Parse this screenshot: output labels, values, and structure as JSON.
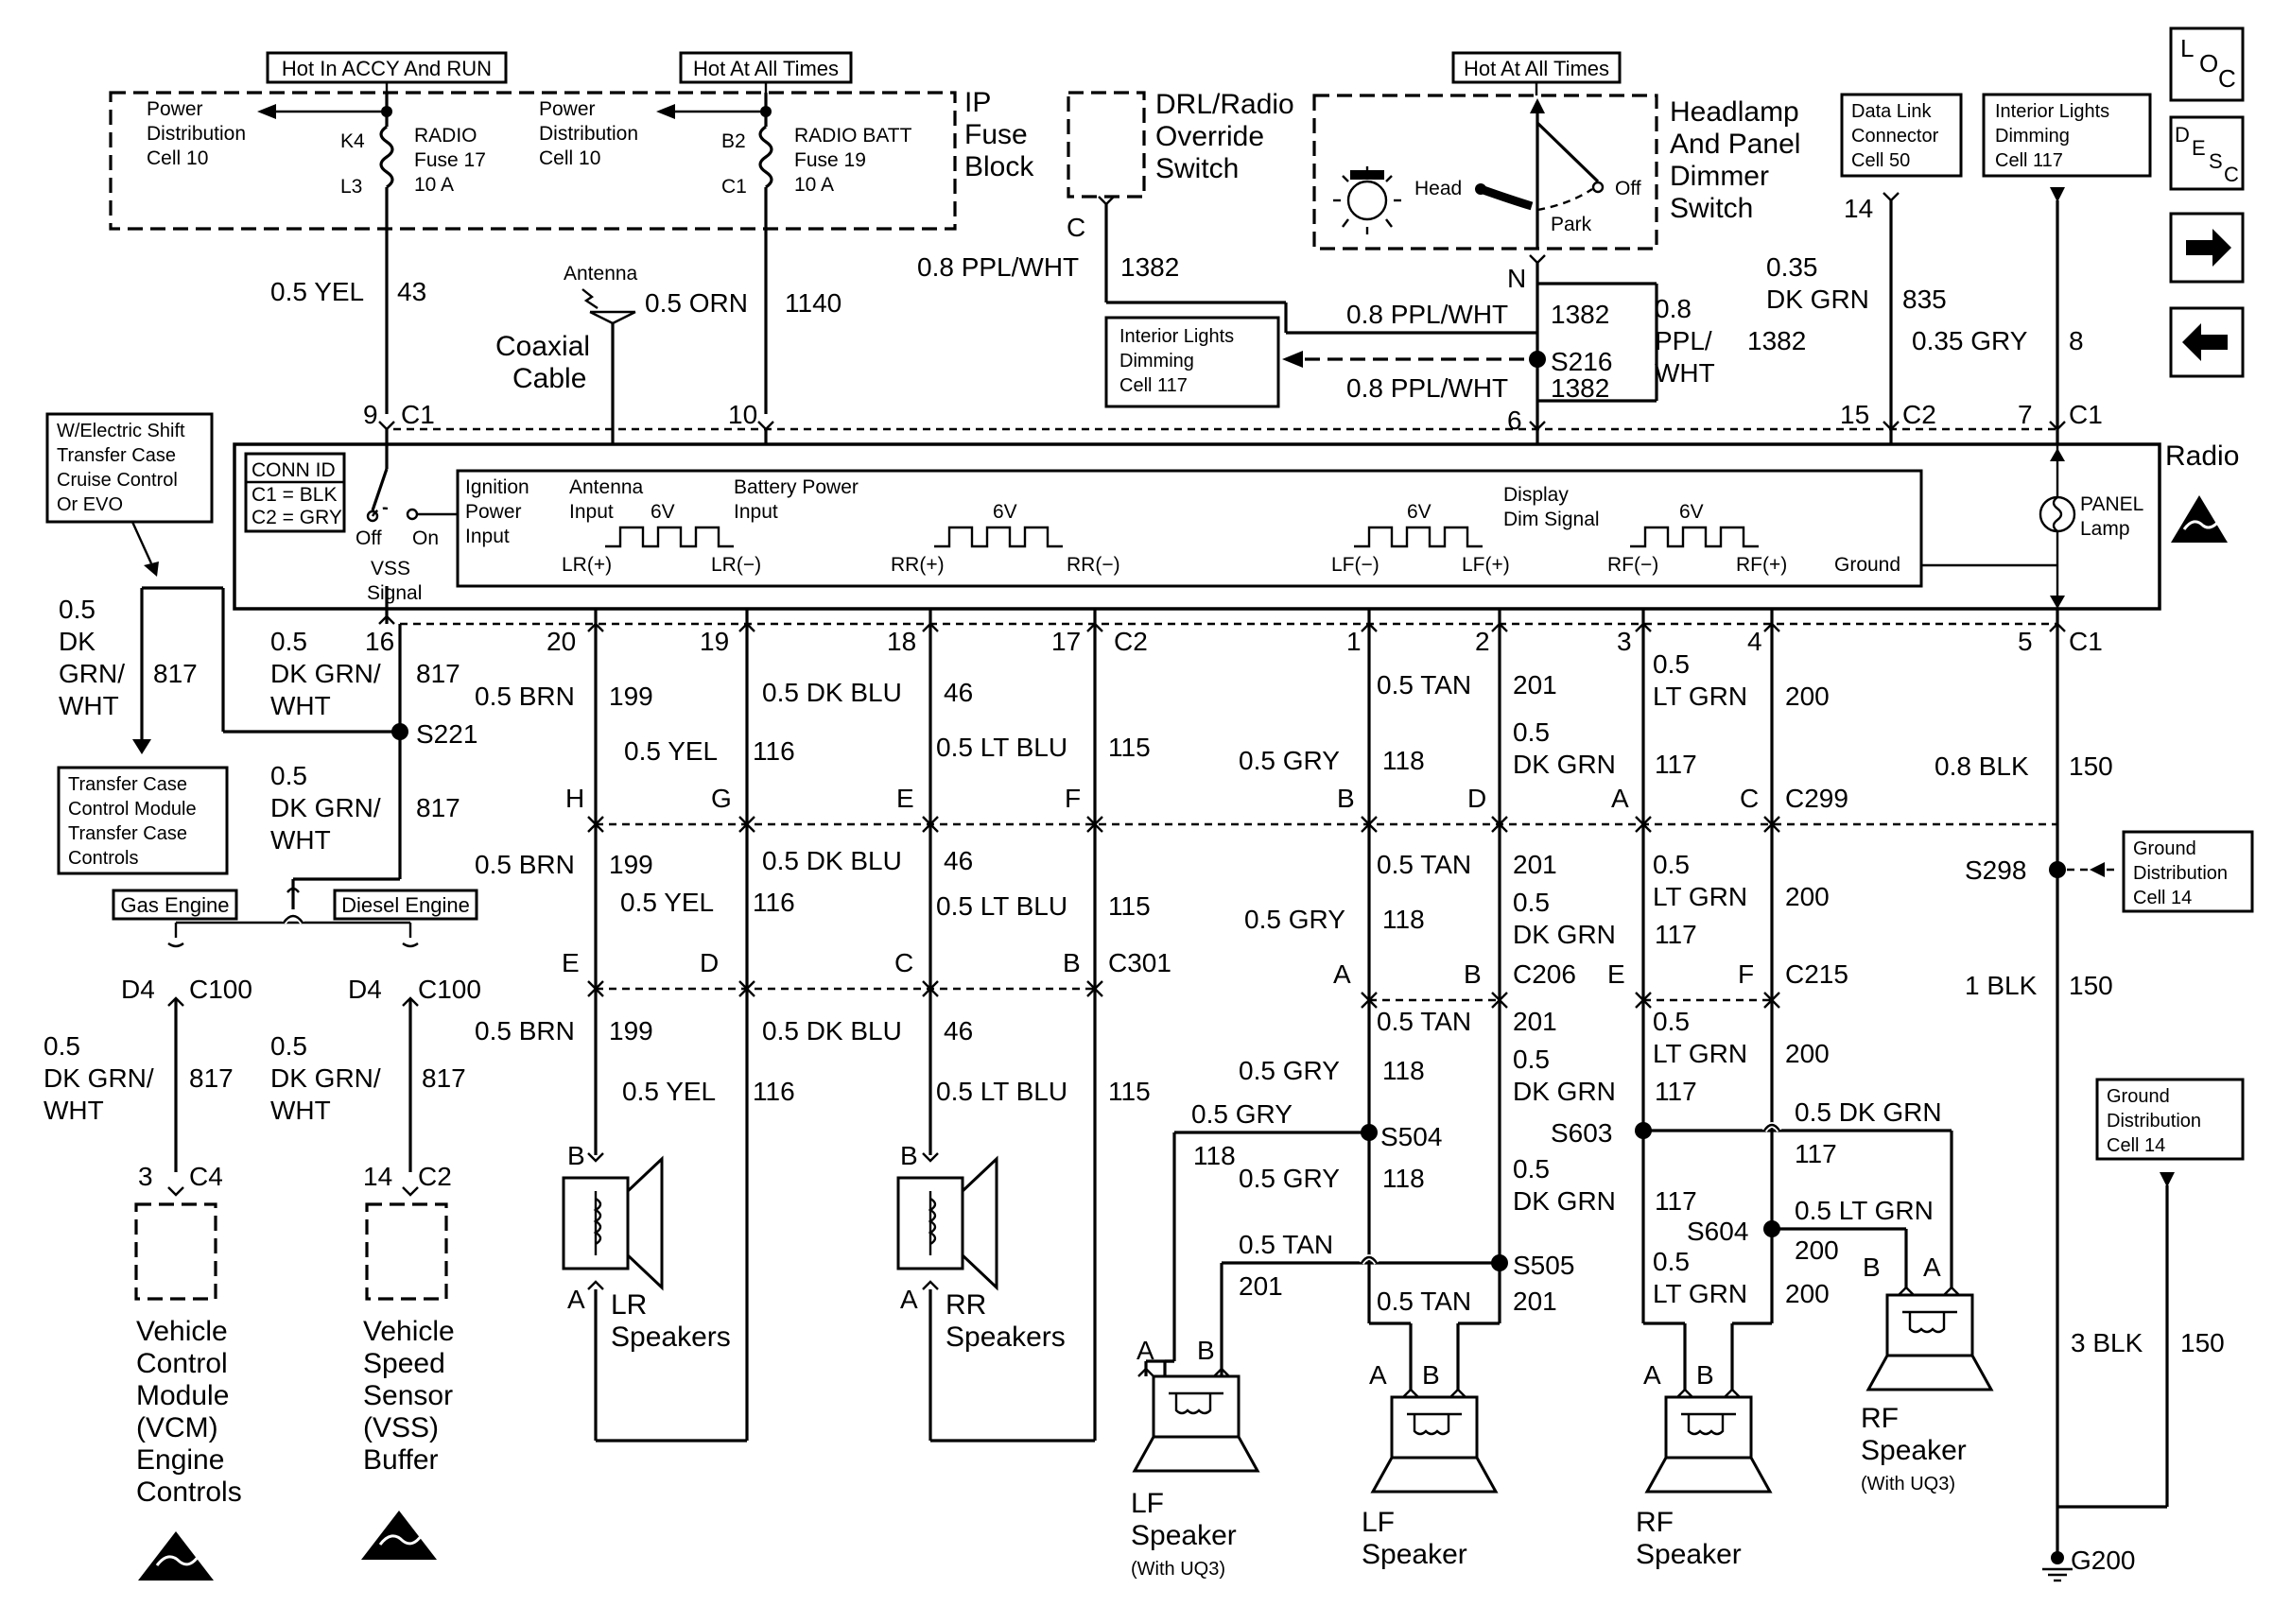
{
  "fuse": {
    "hot_accy_run": "Hot In ACCY And RUN",
    "hot_all_times": "Hot At All Times",
    "pd_left_1": "Power",
    "pd_left_2": "Distribution",
    "pd_left_3": "Cell 10",
    "pd_mid_1": "Power",
    "pd_mid_2": "Distribution",
    "pd_mid_3": "Cell 10",
    "k4": "K4",
    "l3": "L3",
    "b2": "B2",
    "c1": "C1",
    "radio_fuse_1": "RADIO",
    "radio_fuse_2": "Fuse 17",
    "radio_fuse_3": "10 A",
    "batt_fuse_1": "RADIO BATT",
    "batt_fuse_2": "Fuse 19",
    "batt_fuse_3": "10 A",
    "ip_1": "IP",
    "ip_2": "Fuse",
    "ip_3": "Block"
  },
  "drl": {
    "l1": "DRL/Radio",
    "l2": "Override",
    "l3": "Switch",
    "pin": "C"
  },
  "headlamp": {
    "hot": "Hot At All Times",
    "l1": "Headlamp",
    "l2": "And Panel",
    "l3": "Dimmer",
    "l4": "Switch",
    "head": "Head",
    "off": "Off",
    "park": "Park",
    "pin": "N"
  },
  "datalink": {
    "l1": "Data Link",
    "l2": "Connector",
    "l3": "Cell 50",
    "pin": "14"
  },
  "intlights_top": {
    "l1": "Interior Lights",
    "l2": "Dimming",
    "l3": "Cell 117"
  },
  "intlights_mid": {
    "l1": "Interior Lights",
    "l2": "Dimming",
    "l3": "Cell 117"
  },
  "nav": {
    "loc_l": "L",
    "loc_o": "O",
    "loc_c": "C",
    "desc_d": "D",
    "desc_e": "E",
    "desc_s": "S",
    "desc_c": "C"
  },
  "wires": {
    "w43": "0.5 YEL",
    "n43": "43",
    "w1140": "0.5 ORN",
    "n1140": "1140",
    "w1382a": "0.8 PPL/WHT",
    "n1382a": "1382",
    "w1382b": "0.8 PPL/WHT",
    "n1382b": "1382",
    "w1382c": "0.8 PPL/WHT",
    "n1382c": "1382",
    "w1382d_1": "0.8",
    "w1382d_2": "PPL/",
    "w1382d_3": "WHT",
    "n1382d": "1382",
    "w835_1": "0.35",
    "w835_2": "DK GRN",
    "n835": "835",
    "w8": "0.35 GRY",
    "n8": "8",
    "antenna": "Antenna",
    "coax_1": "Coaxial",
    "coax_2": "Cable",
    "s216": "S216"
  },
  "radio_pins_top": {
    "p9": "9",
    "c1a": "C1",
    "p10": "10",
    "p6": "6",
    "p15": "15",
    "c2": "C2",
    "p7": "7",
    "c1b": "C1"
  },
  "radio": {
    "name": "Radio",
    "conn_id": "CONN ID",
    "c1_blk": "C1 = BLK",
    "c2_gry": "C2 = GRY",
    "off": "Off",
    "on": "On",
    "vss_1": "VSS",
    "vss_2": "Signal",
    "ign_1": "Ignition",
    "ign_2": "Power",
    "ign_3": "Input",
    "ant_1": "Antenna",
    "ant_2": "Input",
    "bat_1": "Battery Power",
    "bat_2": "Input",
    "disp_1": "Display",
    "disp_2": "Dim Signal",
    "v6a": "6V",
    "v6b": "6V",
    "v6c": "6V",
    "v6d": "6V",
    "lrp": "LR(+)",
    "lrm": "LR(−)",
    "rrp": "RR(+)",
    "rrm": "RR(−)",
    "lfm": "LF(−)",
    "lfp": "LF(+)",
    "rfm": "RF(−)",
    "rfp": "RF(+)",
    "ground": "Ground",
    "panel_1": "PANEL",
    "panel_2": "Lamp"
  },
  "electric_shift": {
    "l1": "W/Electric Shift",
    "l2": "Transfer Case",
    "l3": "Cruise Control",
    "l4": "Or EVO"
  },
  "transfer_case": {
    "l1": "Transfer Case",
    "l2": "Control Module",
    "l3": "Transfer Case",
    "l4": "Controls"
  },
  "left": {
    "w817a_1": "0.5",
    "w817a_2": "DK",
    "w817a_3": "GRN/",
    "w817a_4": "WHT",
    "n817a": "817",
    "w817b_1": "0.5",
    "w817b_2": "DK GRN/",
    "w817b_3": "WHT",
    "n817b": "817",
    "p16": "16",
    "s221": "S221",
    "w817c_1": "0.5",
    "w817c_2": "DK GRN/",
    "w817c_3": "WHT",
    "n817c": "817",
    "gas": "Gas Engine",
    "diesel": "Diesel Engine",
    "d4a": "D4",
    "c100a": "C100",
    "d4b": "D4",
    "c100b": "C100",
    "w817d_1": "0.5",
    "w817d_2": "DK GRN/",
    "w817d_3": "WHT",
    "n817d": "817",
    "w817e_1": "0.5",
    "w817e_2": "DK GRN/",
    "w817e_3": "WHT",
    "n817e": "817",
    "p3": "3",
    "c4": "C4",
    "p14": "14",
    "c2": "C2",
    "vcm_1": "Vehicle",
    "vcm_2": "Control",
    "vcm_3": "Module",
    "vcm_4": "(VCM)",
    "vcm_5": "Engine",
    "vcm_6": "Controls",
    "vss_1": "Vehicle",
    "vss_2": "Speed",
    "vss_3": "Sensor",
    "vss_4": "(VSS)",
    "vss_5": "Buffer"
  },
  "rear": {
    "p20": "20",
    "p19": "19",
    "p18": "18",
    "p17": "17",
    "c2": "C2",
    "brn1": "0.5 BRN",
    "n199a": "199",
    "yel1": "0.5 YEL",
    "n116a": "116",
    "dkblu1": "0.5 DK BLU",
    "n46a": "46",
    "ltblu1": "0.5 LT BLU",
    "n115a": "115",
    "H": "H",
    "G": "G",
    "E": "E",
    "F": "F",
    "brn2": "0.5 BRN",
    "n199b": "199",
    "yel2": "0.5 YEL",
    "n116b": "116",
    "dkblu2": "0.5 DK BLU",
    "n46b": "46",
    "ltblu2": "0.5 LT BLU",
    "n115b": "115",
    "E2": "E",
    "D2": "D",
    "C2": "C",
    "B2": "B",
    "c301": "C301",
    "brn3": "0.5 BRN",
    "n199c": "199",
    "yel3": "0.5 YEL",
    "n116c": "116",
    "dkblu3": "0.5 DK BLU",
    "n46c": "46",
    "ltblu3": "0.5 LT BLU",
    "n115c": "115",
    "lrB": "B",
    "lrA": "A",
    "lr_1": "LR",
    "lr_2": "Speakers",
    "rrB": "B",
    "rrA": "A",
    "rr_1": "RR",
    "rr_2": "Speakers"
  },
  "front": {
    "p1": "1",
    "p2": "2",
    "p3": "3",
    "p4": "4",
    "p5": "5",
    "c1": "C1",
    "tan1": "0.5 TAN",
    "n201a": "201",
    "gry1": "0.5 GRY",
    "n118a": "118",
    "dkgrn1_1": "0.5",
    "dkgrn1_2": "DK GRN",
    "n117a": "117",
    "ltgrn1_1": "0.5",
    "ltgrn1_2": "LT GRN",
    "n200a": "200",
    "B": "B",
    "D": "D",
    "A": "A",
    "C": "C",
    "c299": "C299",
    "tan2": "0.5 TAN",
    "n201b": "201",
    "gry2": "0.5 GRY",
    "n118b": "118",
    "dkgrn2_1": "0.5",
    "dkgrn2_2": "DK GRN",
    "n117b": "117",
    "ltgrn2_1": "0.5",
    "ltgrn2_2": "LT GRN",
    "n200b": "200",
    "A2": "A",
    "B2": "B",
    "c206": "C206",
    "E2": "E",
    "F2": "F",
    "c215": "C215",
    "tan3": "0.5 TAN",
    "n201c": "201",
    "gry3": "0.5 GRY",
    "n118c": "118",
    "dkgrn3_1": "0.5",
    "dkgrn3_2": "DK GRN",
    "n117c": "117",
    "ltgrn3_1": "0.5",
    "ltgrn3_2": "LT GRN",
    "n200c": "200",
    "gry4": "0.5 GRY",
    "n118d": "118",
    "s504": "S504",
    "gry5": "0.5 GRY",
    "n118e": "118",
    "tan4": "0.5 TAN",
    "n201d": "201",
    "s505": "S505",
    "tan5": "0.5 TAN",
    "n201e": "201",
    "s603": "S603",
    "dkgrn4": "0.5 DK GRN",
    "n117d": "117",
    "dkgrn5_1": "0.5",
    "dkgrn5_2": "DK GRN",
    "n117e": "117",
    "s604": "S604",
    "ltgrn4": "0.5 LT GRN",
    "n200d": "200",
    "ltgrn5_1": "0.5",
    "ltgrn5_2": "LT GRN",
    "n200e": "200",
    "lfuA": "A",
    "lfuB": "B",
    "lfu_1": "LF",
    "lfu_2": "Speaker",
    "lfu_3": "(With UQ3)",
    "lfA": "A",
    "lfB": "B",
    "lf_1": "LF",
    "lf_2": "Speaker",
    "rfA": "A",
    "rfB": "B",
    "rf_1": "RF",
    "rf_2": "Speaker",
    "rfuB": "B",
    "rfuA": "A",
    "rfu_1": "RF",
    "rfu_2": "Speaker",
    "rfu_3": "(With UQ3)"
  },
  "ground": {
    "blk08": "0.8 BLK",
    "n150a": "150",
    "s298": "S298",
    "gd1_1": "Ground",
    "gd1_2": "Distribution",
    "gd1_3": "Cell 14",
    "blk1": "1 BLK",
    "n150b": "150",
    "gd2_1": "Ground",
    "gd2_2": "Distribution",
    "gd2_3": "Cell 14",
    "blk3": "3 BLK",
    "n150c": "150",
    "g200": "G200"
  }
}
